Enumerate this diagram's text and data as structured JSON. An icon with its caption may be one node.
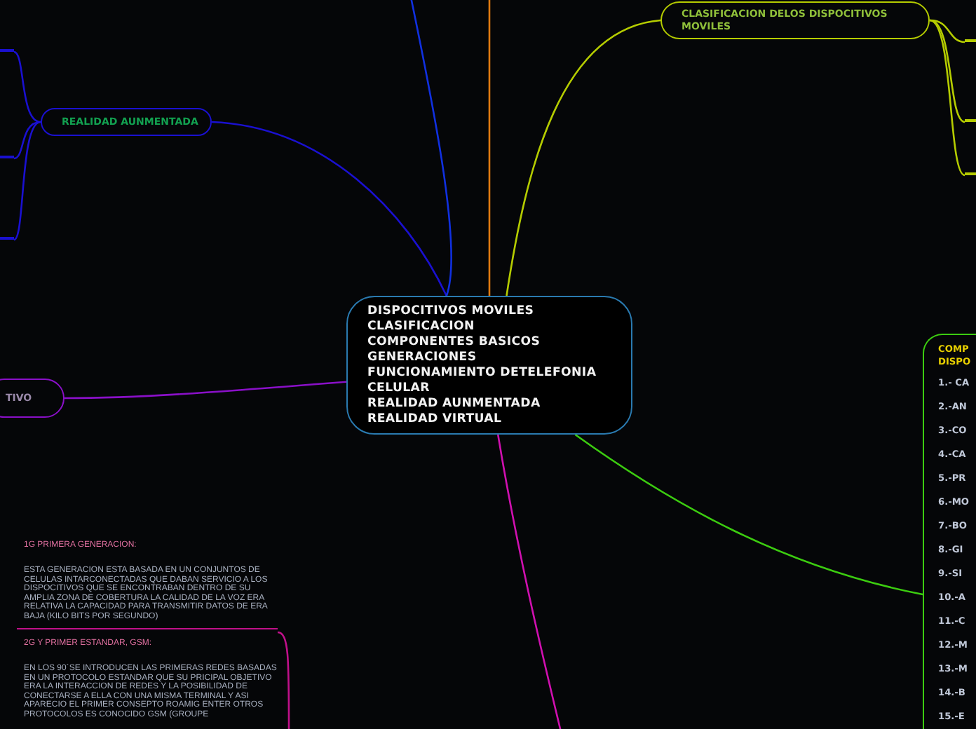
{
  "diagram": {
    "nodes": [
      {
        "text": [
          "DISPOCITIVOS MOVILES",
          "CLASIFICACION",
          "COMPONENTES BASICOS",
          "GENERACIONES",
          "FUNCIONAMIENTO DETELEFONIA CELULAR",
          "REALIDAD AUNMENTADA",
          "REALIDAD VIRTUAL"
        ]
      },
      {
        "text": [
          "CLASIFICACION DELOS DISPOCITIVOS MOVILES"
        ]
      },
      {
        "text": [
          "REALIDAD AUNMENTADA"
        ]
      },
      {
        "text": [
          "TIVO"
        ]
      },
      {
        "text": [
          "COMP DISPO",
          "1.- CA",
          "2.-AN",
          "3.-CO",
          "4.-CA",
          "5.-PR",
          "6.-MO",
          "7.-BO",
          "8.-GI",
          "9.-SI",
          "10.-A",
          "11.-C",
          "12.-M",
          "13.-M",
          "14.-B",
          "15.-E"
        ]
      },
      {
        "text": [
          "1G PRIMERA GENERACION:",
          "ESTA GENERACION ESTA BASADA EN UN CONJUNTOS DE CELULAS INTARCONECTADAS QUE DABAN SERVICIO A LOS DISPOCITIVOS QUE SE ENCONTRABAN DENTRO DE SU AMPLIA ZONA DE COBERTURA LA CALIDAD DE LA VOZ ERA RELATIVA LA CAPACIDAD PARA TRANSMITIR DATOS DE ERA BAJA (KILO BITS POR SEGUNDO)"
        ]
      },
      {
        "text": [
          "2G Y PRIMER ESTANDAR, GSM:",
          "EN LOS 90´SE INTRODUCEN LAS PRIMERAS REDES BASADAS EN UN PROTOCOLO ESTANDAR QUE SU PRICIPAL OBJETIVO ERA LA INTERACCION DE REDES Y LA POSIBILIDAD DE CONECTARSE A ELLA CON UNA MISMA TERMINAL Y ASI APARECIO EL PRIMER CONSEPTO ROAMIG ENTER OTROS PROTOCOLOS ES CONOCIDO GSM (GROUPE"
        ]
      },
      {
        "text": [],
        "shape": "bar"
      },
      {
        "text": [],
        "shape": "bar"
      },
      {
        "text": [],
        "shape": "bar"
      },
      {
        "text": [],
        "shape": "bar"
      },
      {
        "text": [],
        "shape": "bar"
      },
      {
        "text": [],
        "shape": "bar"
      }
    ],
    "edges": [
      {
        "from": 0,
        "to": 1,
        "arrow": "none",
        "color": "#b5cc00"
      },
      {
        "from": 0,
        "to": 2,
        "arrow": "none",
        "color": "#1a10d0"
      },
      {
        "from": 0,
        "to": 3,
        "arrow": "none",
        "color": "#8a10c8"
      },
      {
        "from": 0,
        "to": 4,
        "arrow": "none",
        "color": "#3ccc10"
      },
      {
        "from": null,
        "to": 0,
        "arrow": "none",
        "color": "#1030e0"
      },
      {
        "from": null,
        "to": 0,
        "arrow": "none",
        "color": "#e07a10"
      },
      {
        "from": 0,
        "to": null,
        "arrow": "none",
        "color": "#d010b0"
      },
      {
        "from": 1,
        "to": 10,
        "arrow": "none",
        "color": "#b5cc00"
      },
      {
        "from": 1,
        "to": 11,
        "arrow": "none",
        "color": "#b5cc00"
      },
      {
        "from": 1,
        "to": 12,
        "arrow": "none",
        "color": "#b5cc00"
      },
      {
        "from": 2,
        "to": 7,
        "arrow": "none",
        "color": "#1a10d0"
      },
      {
        "from": 2,
        "to": 8,
        "arrow": "none",
        "color": "#1a10d0"
      },
      {
        "from": 2,
        "to": 9,
        "arrow": "none",
        "color": "#1a10d0"
      },
      {
        "from": 5,
        "to": 6,
        "arrow": "none",
        "color": "#c0108a"
      }
    ]
  }
}
